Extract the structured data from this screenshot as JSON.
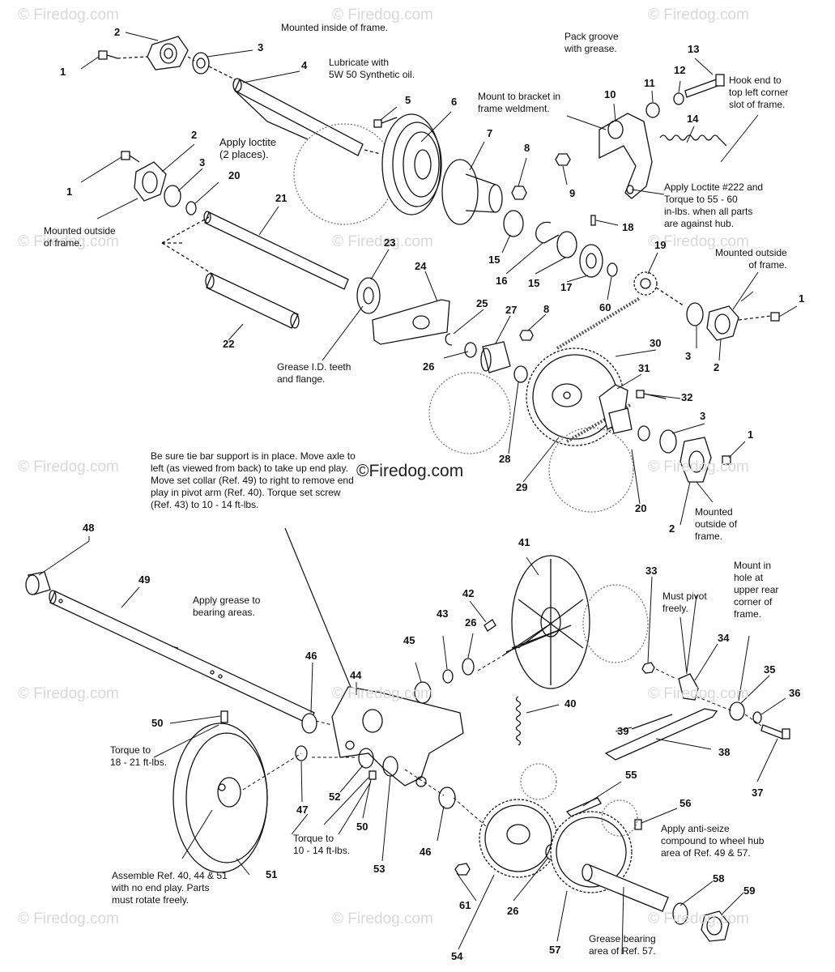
{
  "watermark": "© Firedog.com",
  "center_watermark": "©Firedog.com",
  "colors": {
    "line": "#111111",
    "watermark": "#d8d8d8"
  },
  "notes": {
    "mounted_inside": "Mounted inside of frame.",
    "lubricate": "Lubricate with\n5W 50 Synthetic oil.",
    "pack_groove": "Pack groove\nwith grease.",
    "hook_end": "Hook end to\ntop left corner\nslot of frame.",
    "mount_bracket": "Mount to bracket in\nframe weldment.",
    "apply_loctite_2": "Apply loctite\n(2 places).",
    "apply_loctite_222": "Apply Loctite #222 and\nTorque to 55 - 60\nin-lbs. when all parts\nare against hub.",
    "mounted_outside_left": "Mounted outside\nof frame.",
    "mounted_outside_right": "Mounted outside\nof frame.",
    "grease_id": "Grease I.D. teeth\nand flange.",
    "tie_bar": "Be sure tie bar support is in place. Move axle to\nleft (as viewed from back) to take up end play.\nMove set collar (Ref. 49) to right to remove end\nplay in pivot arm (Ref. 40). Torque set screw\n(Ref. 43) to 10 - 14 ft-lbs.",
    "mounted_outside_bottom": "Mounted\noutside of\nframe.",
    "apply_grease": "Apply grease to\nbearing areas.",
    "must_pivot": "Must pivot\nfreely.",
    "mount_in_hole": "Mount in\nhole at\nupper rear\ncorner of\nframe.",
    "torque_18": "Torque to\n18 - 21 ft-lbs.",
    "torque_10": "Torque to\n10 - 14 ft-lbs.",
    "anti_seize": "Apply anti-seize\ncompound to wheel hub\narea of Ref. 49 & 57.",
    "assemble": "Assemble Ref. 40, 44 & 51\nwith no end play. Parts\nmust rotate freely.",
    "grease_bearing": "Grease bearing\narea of Ref. 57."
  },
  "callouts": [
    "2",
    "3",
    "1",
    "4",
    "5",
    "6",
    "7",
    "8",
    "9",
    "10",
    "11",
    "12",
    "13",
    "14",
    "2",
    "1",
    "3",
    "20",
    "21",
    "15",
    "16",
    "15",
    "17",
    "18",
    "19",
    "23",
    "24",
    "25",
    "27",
    "8",
    "60",
    "1",
    "3",
    "2",
    "30",
    "22",
    "26",
    "31",
    "32",
    "28",
    "29",
    "20",
    "2",
    "3",
    "1",
    "48",
    "49",
    "42",
    "41",
    "33",
    "43",
    "26",
    "45",
    "46",
    "44",
    "40",
    "34",
    "35",
    "36",
    "50",
    "39",
    "38",
    "37",
    "47",
    "52",
    "50",
    "53",
    "55",
    "56",
    "58",
    "59",
    "51",
    "46",
    "61",
    "26",
    "54",
    "57"
  ]
}
